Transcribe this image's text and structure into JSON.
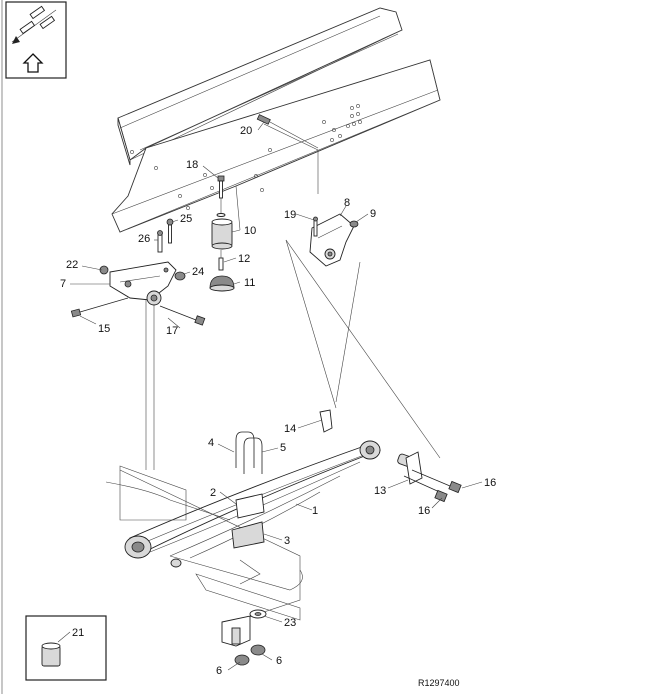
{
  "drawing": {
    "reference": "R1297400",
    "callouts": [
      {
        "id": "c1",
        "text": "1"
      },
      {
        "id": "c2",
        "text": "2"
      },
      {
        "id": "c3",
        "text": "3"
      },
      {
        "id": "c4",
        "text": "4"
      },
      {
        "id": "c5",
        "text": "5"
      },
      {
        "id": "c6a",
        "text": "6"
      },
      {
        "id": "c6b",
        "text": "6"
      },
      {
        "id": "c7",
        "text": "7"
      },
      {
        "id": "c8",
        "text": "8"
      },
      {
        "id": "c9",
        "text": "9"
      },
      {
        "id": "c10",
        "text": "10"
      },
      {
        "id": "c11",
        "text": "11"
      },
      {
        "id": "c12",
        "text": "12"
      },
      {
        "id": "c13",
        "text": "13"
      },
      {
        "id": "c14",
        "text": "14"
      },
      {
        "id": "c15",
        "text": "15"
      },
      {
        "id": "c16a",
        "text": "16"
      },
      {
        "id": "c16b",
        "text": "16"
      },
      {
        "id": "c17",
        "text": "17"
      },
      {
        "id": "c18",
        "text": "18"
      },
      {
        "id": "c19",
        "text": "19"
      },
      {
        "id": "c20",
        "text": "20"
      },
      {
        "id": "c21",
        "text": "21"
      },
      {
        "id": "c22",
        "text": "22"
      },
      {
        "id": "c23",
        "text": "23"
      },
      {
        "id": "c24",
        "text": "24"
      },
      {
        "id": "c25",
        "text": "25"
      },
      {
        "id": "c26",
        "text": "26"
      }
    ]
  },
  "orientation_box": {
    "icon": "truck-front-arrow-icon"
  },
  "inset_box": {
    "icon": "bushing-icon"
  }
}
